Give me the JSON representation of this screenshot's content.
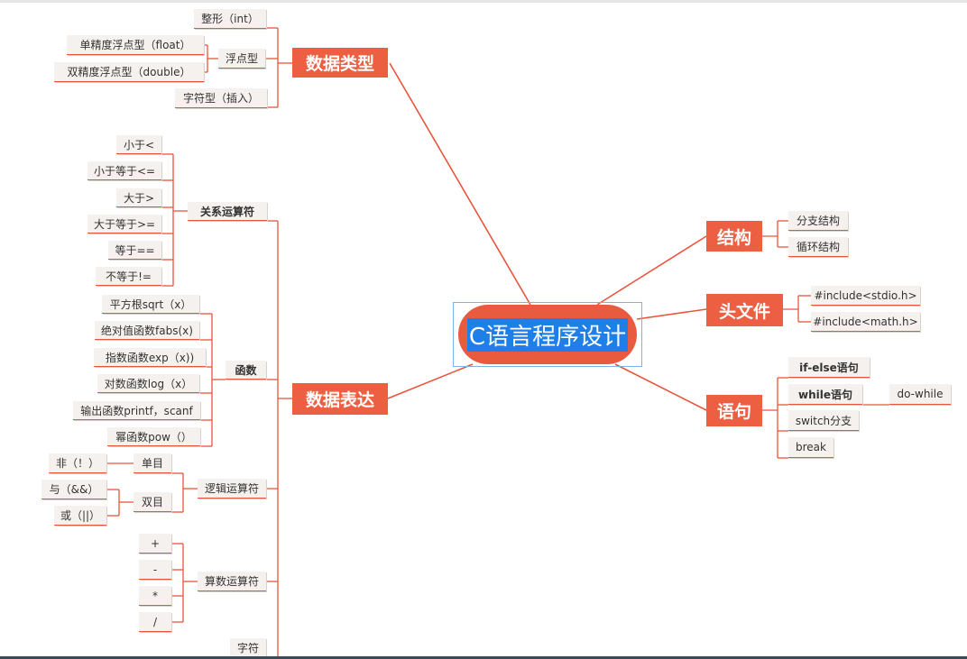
{
  "root": {
    "label": "C语言程序设计"
  },
  "branches": {
    "datatype": {
      "label": "数据类型",
      "int": "整形（int）",
      "float_group": "浮点型",
      "float": "单精度浮点型（float）",
      "double": "双精度浮点型（double）",
      "char": "字符型（插入）"
    },
    "expression": {
      "label": "数据表达",
      "relational": {
        "label": "关系运算符",
        "items": [
          "小于<",
          "小于等于<=",
          "大于>",
          "大于等于>=",
          "等于==",
          "不等于!="
        ]
      },
      "functions": {
        "label": "函数",
        "items": [
          "平方根sqrt（x）",
          "绝对值函数fabs(x)",
          "指数函数exp（x))",
          "对数函数log（x）",
          "输出函数printf，scanf",
          "幂函数pow（）"
        ]
      },
      "logical": {
        "label": "逻辑运算符",
        "unary": "单目",
        "binary": "双目",
        "not": "非（！）",
        "and": "与（&&）",
        "or": "或（||）"
      },
      "arithmetic": {
        "label": "算数运算符",
        "items": [
          "+",
          "-",
          "*",
          "/"
        ]
      },
      "string": "字符"
    },
    "structure": {
      "label": "结构",
      "items": [
        "分支结构",
        "循环结构"
      ]
    },
    "header": {
      "label": "头文件",
      "items": [
        "#include<stdio.h>",
        "#include<math.h>"
      ]
    },
    "statement": {
      "label": "语句",
      "ifelse": "if-else语句",
      "while": "while语句",
      "dowhile": "do-while",
      "switch": "switch分支",
      "break": "break"
    }
  },
  "colors": {
    "accent": "#ec5f43",
    "line": "#e8553d",
    "leaf_bg": "#f4f1ee",
    "selection": "#1e7fe8"
  }
}
